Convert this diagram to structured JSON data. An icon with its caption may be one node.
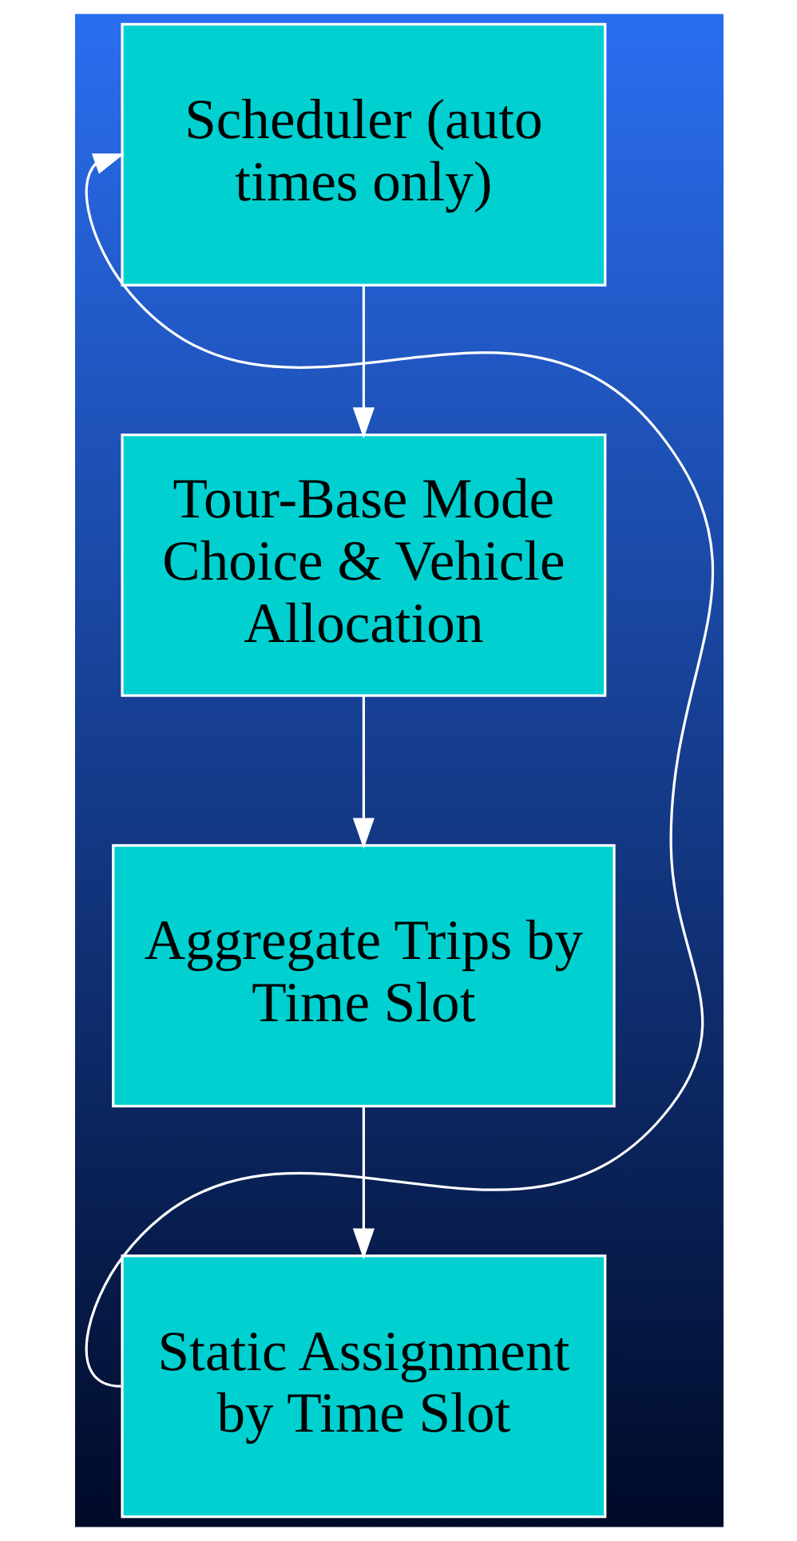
{
  "diagram": {
    "nodes": [
      {
        "text": [
          "Scheduler (auto times only)"
        ]
      },
      {
        "text": [
          "Tour-Base Mode Choice & Vehicle Allocation"
        ]
      },
      {
        "text": [
          "Aggregate Trips by Time Slot"
        ]
      },
      {
        "text": [
          "Static Assignment by Time Slot"
        ]
      }
    ],
    "edges": [
      {
        "from": 0,
        "to": 1,
        "arrow": "to"
      },
      {
        "from": 1,
        "to": 2,
        "arrow": "to"
      },
      {
        "from": 2,
        "to": 3,
        "arrow": "to"
      },
      {
        "from": 3,
        "to": 0,
        "arrow": "to"
      }
    ]
  }
}
